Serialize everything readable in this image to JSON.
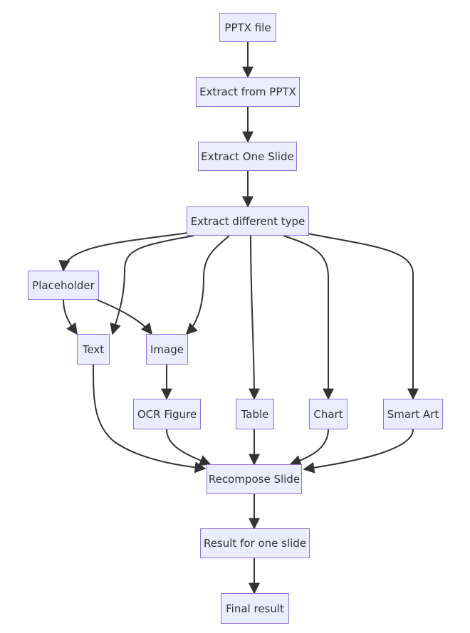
{
  "diagram": {
    "type": "flowchart",
    "colors": {
      "node_fill": "#ECECFF",
      "node_border": "#9370DB",
      "edge": "#333333",
      "text": "#333333",
      "background": "#FFFFFF"
    },
    "nodes": {
      "pptx_file": "PPTX file",
      "extract_pptx": "Extract from PPTX",
      "extract_slide": "Extract One Slide",
      "extract_type": "Extract different type",
      "placeholder": "Placeholder",
      "text": "Text",
      "image": "Image",
      "ocr_figure": "OCR Figure",
      "table": "Table",
      "chart": "Chart",
      "smart_art": "Smart Art",
      "recompose": "Recompose Slide",
      "result_one": "Result for one slide",
      "final": "Final result"
    },
    "edges": [
      [
        "pptx_file",
        "extract_pptx"
      ],
      [
        "extract_pptx",
        "extract_slide"
      ],
      [
        "extract_slide",
        "extract_type"
      ],
      [
        "extract_type",
        "placeholder"
      ],
      [
        "extract_type",
        "text"
      ],
      [
        "extract_type",
        "image"
      ],
      [
        "extract_type",
        "table"
      ],
      [
        "extract_type",
        "chart"
      ],
      [
        "extract_type",
        "smart_art"
      ],
      [
        "placeholder",
        "text"
      ],
      [
        "placeholder",
        "image"
      ],
      [
        "image",
        "ocr_figure"
      ],
      [
        "text",
        "recompose"
      ],
      [
        "ocr_figure",
        "recompose"
      ],
      [
        "table",
        "recompose"
      ],
      [
        "chart",
        "recompose"
      ],
      [
        "smart_art",
        "recompose"
      ],
      [
        "recompose",
        "result_one"
      ],
      [
        "result_one",
        "final"
      ]
    ]
  }
}
